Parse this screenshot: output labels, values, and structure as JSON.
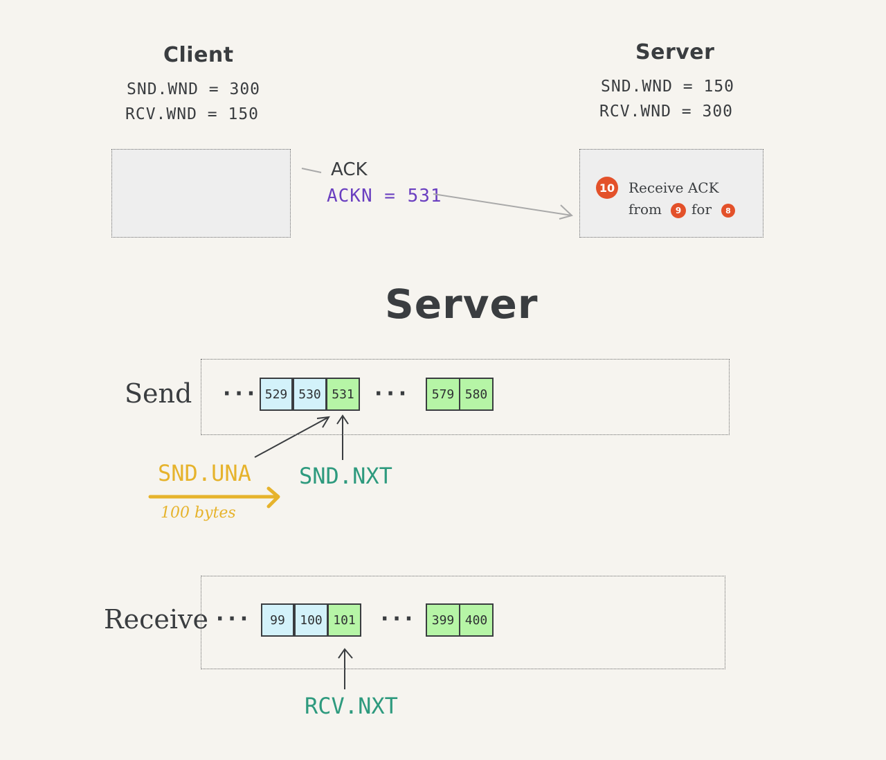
{
  "client": {
    "title": "Client",
    "snd_wnd": "SND.WND = 300",
    "rcv_wnd": "RCV.WND = 150"
  },
  "server_header": {
    "title": "Server",
    "snd_wnd": "SND.WND = 150",
    "rcv_wnd": "RCV.WND = 300"
  },
  "message": {
    "type": "ACK",
    "ackn": "ACKN = 531"
  },
  "server_event": {
    "step": "10",
    "line1": "Receive ACK",
    "from_word": "from",
    "from_step": "9",
    "for_word": "for",
    "for_step": "8"
  },
  "server_section_title": "Server",
  "send": {
    "label": "Send",
    "leading_dots": "···",
    "middle_dots": "···",
    "cells_a": [
      "529",
      "530",
      "531"
    ],
    "cells_b": [
      "579",
      "580"
    ]
  },
  "receive": {
    "label": "Receive",
    "leading_dots": "···",
    "middle_dots": "···",
    "cells_a": [
      "99",
      "100",
      "101"
    ],
    "cells_b": [
      "399",
      "400"
    ]
  },
  "pointers": {
    "snd_una": "SND.UNA",
    "snd_nxt": "SND.NXT",
    "rcv_nxt": "RCV.NXT",
    "advance_note": "100 bytes"
  },
  "colors": {
    "unacked_blue": "#d3f2fa",
    "window_green": "#b6f5a6",
    "badge_red": "#e3512a",
    "teal": "#2e9a7e",
    "amber": "#e6b32c",
    "purple": "#6a3fc0"
  }
}
